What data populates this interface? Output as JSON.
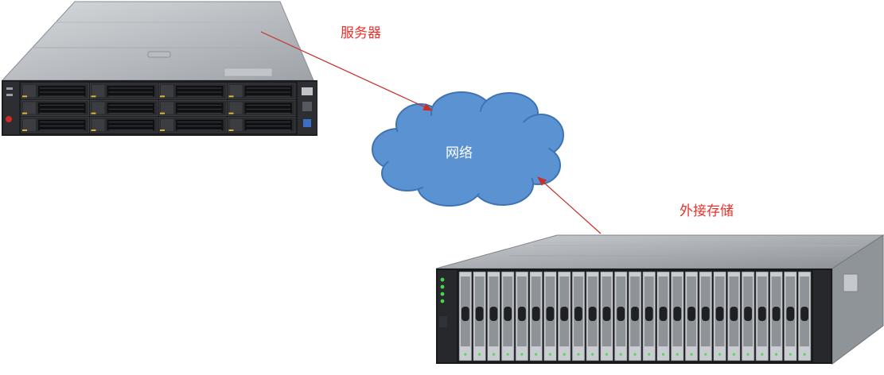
{
  "labels": {
    "server": "服务器",
    "network": "网络",
    "external_storage": "外接存储"
  },
  "colors": {
    "label": "#e8312a",
    "arrow": "#c8302a",
    "cloud_fill": "#5b93d2",
    "cloud_stroke": "#3e73b4",
    "network_text": "#ffffff"
  },
  "nodes": [
    {
      "id": "server",
      "icon": "rack-server-icon",
      "drive_bays": 12
    },
    {
      "id": "network",
      "icon": "cloud-icon"
    },
    {
      "id": "external_storage",
      "icon": "disk-enclosure-icon",
      "drive_bays": 25
    }
  ],
  "edges": [
    {
      "from": "server",
      "to": "network",
      "arrow_at": "network"
    },
    {
      "from": "external_storage",
      "to": "network",
      "arrow_at": "network"
    }
  ]
}
